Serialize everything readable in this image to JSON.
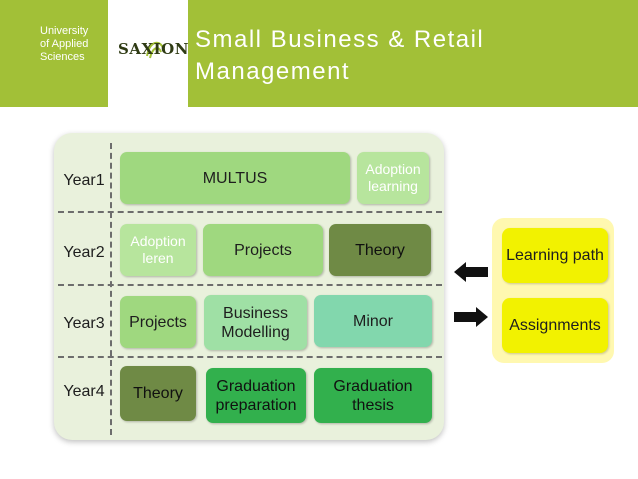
{
  "header": {
    "org_lines": [
      "University",
      "of Applied",
      "Sciences"
    ],
    "logo_text": "SAXION",
    "title_lines": [
      "Small Business & Retail",
      "Management"
    ],
    "background": "#a2c037"
  },
  "diagram": {
    "years": [
      "Year1",
      "Year2",
      "Year3",
      "Year4"
    ],
    "rows": [
      [
        {
          "lines": [
            "MULTUS"
          ]
        },
        {
          "lines": [
            "Adoption",
            "learning"
          ]
        }
      ],
      [
        {
          "lines": [
            "Adoption",
            "leren"
          ]
        },
        {
          "lines": [
            "Projects"
          ]
        },
        {
          "lines": [
            "Theory"
          ]
        }
      ],
      [
        {
          "lines": [
            "Projects"
          ]
        },
        {
          "lines": [
            "Business",
            "Modelling"
          ]
        },
        {
          "lines": [
            "Minor"
          ]
        }
      ],
      [
        {
          "lines": [
            "Theory"
          ]
        },
        {
          "lines": [
            "Graduation",
            "preparation"
          ]
        },
        {
          "lines": [
            "Graduation",
            "thesis"
          ]
        }
      ]
    ],
    "side": [
      "Learning path",
      "Assignments"
    ]
  }
}
